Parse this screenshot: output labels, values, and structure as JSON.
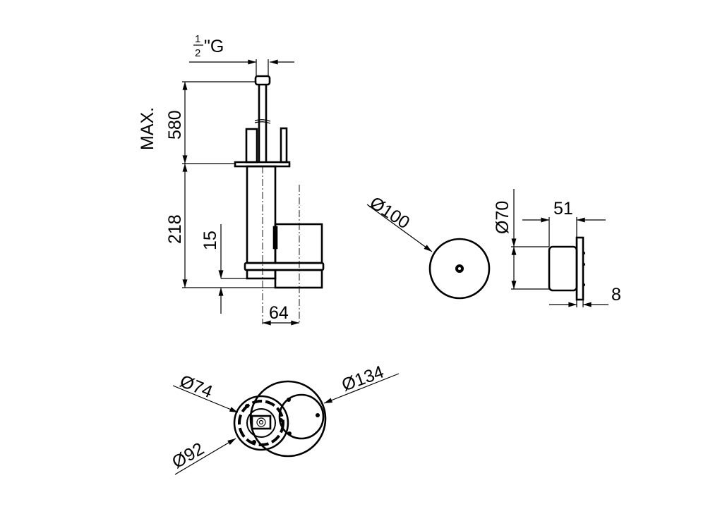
{
  "front_view": {
    "thread_fraction_num": "1",
    "thread_fraction_den": "2",
    "thread_suffix": "\"G",
    "max_label": "MAX.",
    "height_max": "580",
    "height_body": "218",
    "offset": "15",
    "width": "64"
  },
  "side_view": {
    "diameter": "Ø100"
  },
  "right_view": {
    "diameter": "Ø70",
    "depth": "51",
    "flange": "8"
  },
  "bottom_view": {
    "inner_diameter": "Ø74",
    "base_diameter": "Ø92",
    "outer_diameter": "Ø134"
  }
}
